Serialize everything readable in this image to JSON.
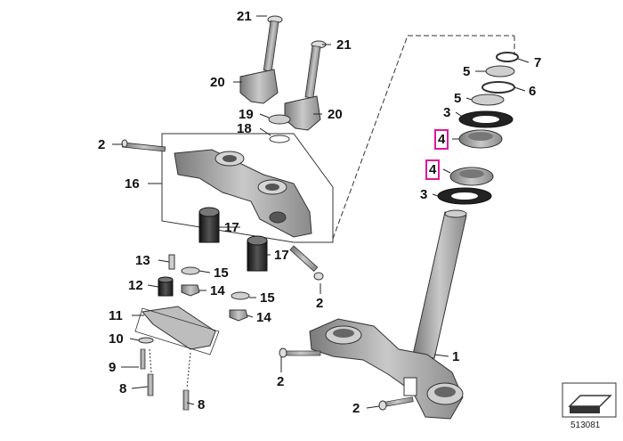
{
  "diagram": {
    "callouts": [
      {
        "id": "c21a",
        "text": "21",
        "highlight": false
      },
      {
        "id": "c21b",
        "text": "21",
        "highlight": false
      },
      {
        "id": "c20a",
        "text": "20",
        "highlight": false
      },
      {
        "id": "c20b",
        "text": "20",
        "highlight": false
      },
      {
        "id": "c19",
        "text": "19",
        "highlight": false
      },
      {
        "id": "c18",
        "text": "18",
        "highlight": false
      },
      {
        "id": "c2a",
        "text": "2",
        "highlight": false
      },
      {
        "id": "c16",
        "text": "16",
        "highlight": false
      },
      {
        "id": "c17a",
        "text": "17",
        "highlight": false
      },
      {
        "id": "c17b",
        "text": "17",
        "highlight": false
      },
      {
        "id": "c13",
        "text": "13",
        "highlight": false
      },
      {
        "id": "c15a",
        "text": "15",
        "highlight": false
      },
      {
        "id": "c12",
        "text": "12",
        "highlight": false
      },
      {
        "id": "c14a",
        "text": "14",
        "highlight": false
      },
      {
        "id": "c15b",
        "text": "15",
        "highlight": false
      },
      {
        "id": "c11",
        "text": "11",
        "highlight": false
      },
      {
        "id": "c14b",
        "text": "14",
        "highlight": false
      },
      {
        "id": "c10",
        "text": "10",
        "highlight": false
      },
      {
        "id": "c9",
        "text": "9",
        "highlight": false
      },
      {
        "id": "c8a",
        "text": "8",
        "highlight": false
      },
      {
        "id": "c8b",
        "text": "8",
        "highlight": false
      },
      {
        "id": "c2b",
        "text": "2",
        "highlight": false
      },
      {
        "id": "c2c",
        "text": "2",
        "highlight": false
      },
      {
        "id": "c2d",
        "text": "2",
        "highlight": false
      },
      {
        "id": "c1",
        "text": "1",
        "highlight": false
      },
      {
        "id": "c7",
        "text": "7",
        "highlight": false
      },
      {
        "id": "c5a",
        "text": "5",
        "highlight": false
      },
      {
        "id": "c6",
        "text": "6",
        "highlight": false
      },
      {
        "id": "c5b",
        "text": "5",
        "highlight": false
      },
      {
        "id": "c3a",
        "text": "3",
        "highlight": false
      },
      {
        "id": "c4a",
        "text": "4",
        "highlight": true
      },
      {
        "id": "c4b",
        "text": "4",
        "highlight": true
      },
      {
        "id": "c3b",
        "text": "3",
        "highlight": false
      }
    ],
    "diagram_number": "513081",
    "colors": {
      "part_fill": "#a9a9a9",
      "part_light": "#d0d0d0",
      "part_dark": "#6e6e6e",
      "line": "#222222",
      "highlight": "#e0179a"
    }
  }
}
